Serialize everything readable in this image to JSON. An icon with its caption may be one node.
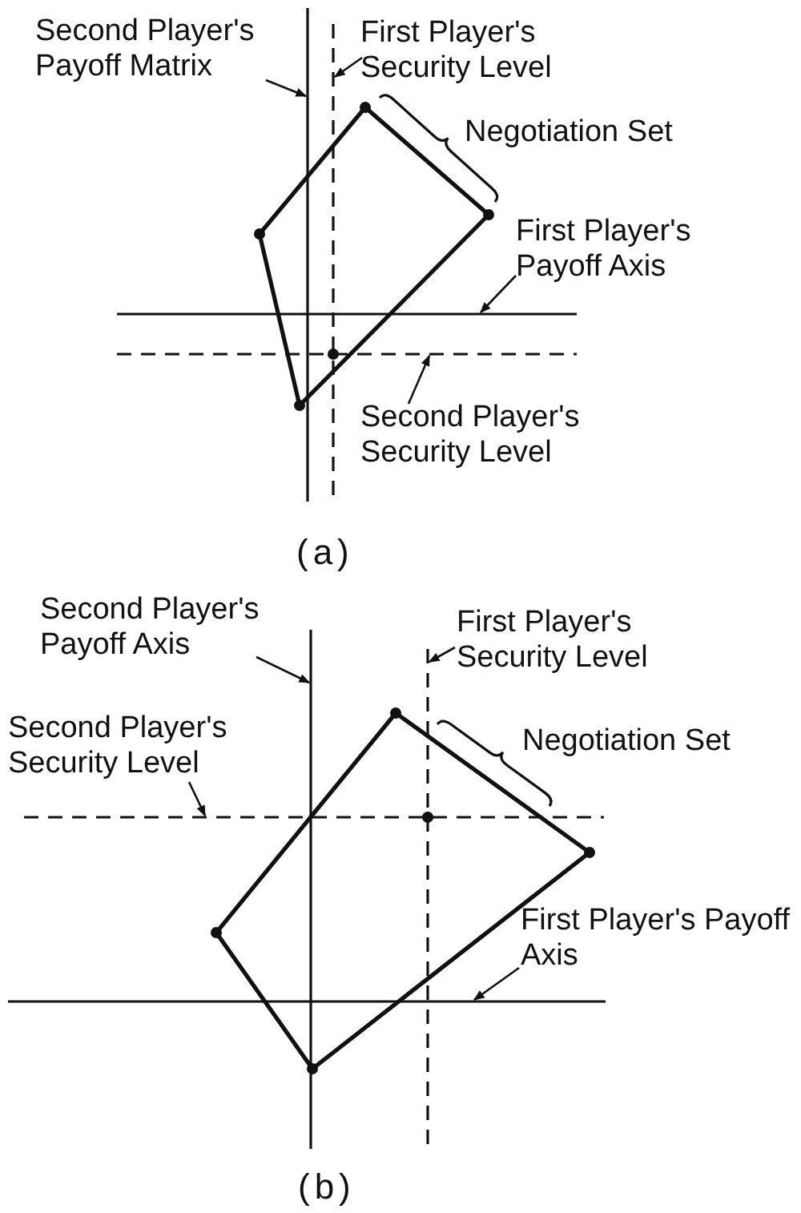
{
  "diagram": {
    "nodes": [
      {
        "text": [
          "Second Player's Payoff Matrix"
        ]
      },
      {
        "text": [
          "First Player's Security Level"
        ]
      },
      {
        "text": [
          "First Player's Payoff Axis"
        ]
      },
      {
        "text": [
          "Second Player's Security Level"
        ]
      },
      {
        "text": [
          "Second Player's Payoff Axis"
        ]
      },
      {
        "text": [
          "First Player's Security Level"
        ]
      },
      {
        "text": [
          "Second Player's Security Level"
        ]
      },
      {
        "text": [
          "First Player's Payoff Axis"
        ]
      },
      {
        "text": [],
        "shape": "line"
      },
      {
        "text": [],
        "shape": "line"
      },
      {
        "text": [],
        "shape": "line"
      },
      {
        "text": [],
        "shape": "line"
      },
      {
        "text": [],
        "shape": "line"
      },
      {
        "text": [],
        "shape": "line"
      },
      {
        "text": [],
        "shape": "line"
      },
      {
        "text": [],
        "shape": "line"
      }
    ],
    "edges": [
      {
        "from": 0,
        "to": 8,
        "arrow": "to"
      },
      {
        "from": 1,
        "to": 9,
        "arrow": "to"
      },
      {
        "from": 2,
        "to": 10,
        "arrow": "to"
      },
      {
        "from": 3,
        "to": 11,
        "arrow": "to"
      },
      {
        "from": 4,
        "to": 12,
        "arrow": "to"
      },
      {
        "from": 5,
        "to": 13,
        "arrow": "to"
      },
      {
        "from": 6,
        "to": 14,
        "arrow": "to"
      },
      {
        "from": 7,
        "to": 15,
        "arrow": "to"
      }
    ],
    "labels": [
      "Negotiation Set",
      "(a)",
      "Negotiation Set",
      "(b)"
    ]
  }
}
